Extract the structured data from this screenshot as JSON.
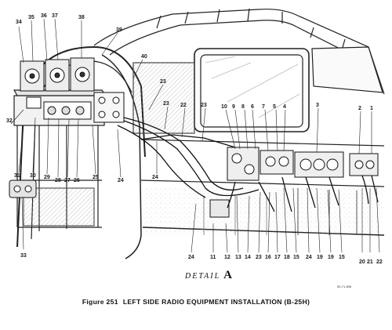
{
  "figure": {
    "number_label": "Figure 251",
    "title": "LEFT SIDE RADIO EQUIPMENT INSTALLATION (B-25H)",
    "detail_word": "DETAIL",
    "detail_letter": "A",
    "reference_code": "50-71-836"
  },
  "callouts": [
    "1",
    "2",
    "3",
    "4",
    "5",
    "6",
    "7",
    "8",
    "9",
    "10",
    "11",
    "12",
    "13",
    "14",
    "15",
    "16",
    "17",
    "18",
    "19",
    "20",
    "21",
    "22",
    "23",
    "24",
    "25",
    "26",
    "27",
    "28",
    "29",
    "30",
    "31",
    "32",
    "33",
    "34",
    "35",
    "36",
    "37",
    "38",
    "39",
    "40"
  ],
  "callout_instances": [
    "34",
    "35",
    "36",
    "37",
    "38",
    "39",
    "40",
    "32",
    "31",
    "30",
    "29",
    "28",
    "27",
    "26",
    "25",
    "24",
    "23",
    "23",
    "22",
    "23",
    "10",
    "9",
    "8",
    "6",
    "7",
    "5",
    "4",
    "3",
    "2",
    "1",
    "24",
    "24",
    "11",
    "12",
    "13",
    "14",
    "23",
    "16",
    "17",
    "18",
    "15",
    "24",
    "19",
    "19",
    "15",
    "20",
    "21",
    "22",
    "33"
  ]
}
